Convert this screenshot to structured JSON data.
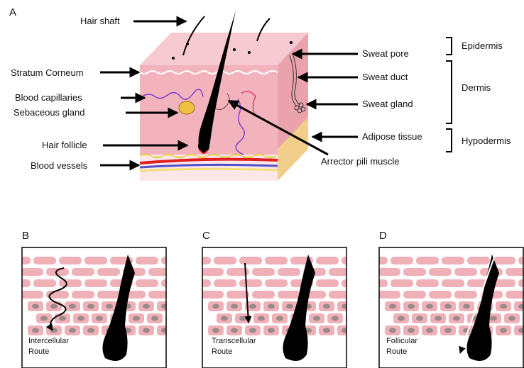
{
  "panel_a": {
    "letter": "A",
    "labels_left": [
      "Hair shaft",
      "Stratum Corneum",
      "Blood capillaries",
      "Sebaceous gland",
      "Hair follicle",
      "Blood vessels"
    ],
    "labels_right": [
      "Sweat pore",
      "Sweat duct",
      "Sweat gland",
      "Adipose tissue"
    ],
    "label_bottom": "Arrector pili muscle",
    "layers": [
      "Epidermis",
      "Dermis",
      "Hypodermis"
    ]
  },
  "panels": [
    {
      "letter": "B",
      "route_line1": "Intercellular",
      "route_line2": "Route"
    },
    {
      "letter": "C",
      "route_line1": "Transcellular",
      "route_line2": "Route"
    },
    {
      "letter": "D",
      "route_line1": "Follicular",
      "route_line2": "Route"
    }
  ],
  "colors": {
    "skin": "#f2b3bd",
    "skin_top": "#f7c9d0",
    "cell": "#f0b0b8",
    "hair": "#000000",
    "vessel_red": "#e02020",
    "vessel_blue": "#5050c8",
    "fat": "#f3e07a",
    "gland": "#f0c040"
  }
}
